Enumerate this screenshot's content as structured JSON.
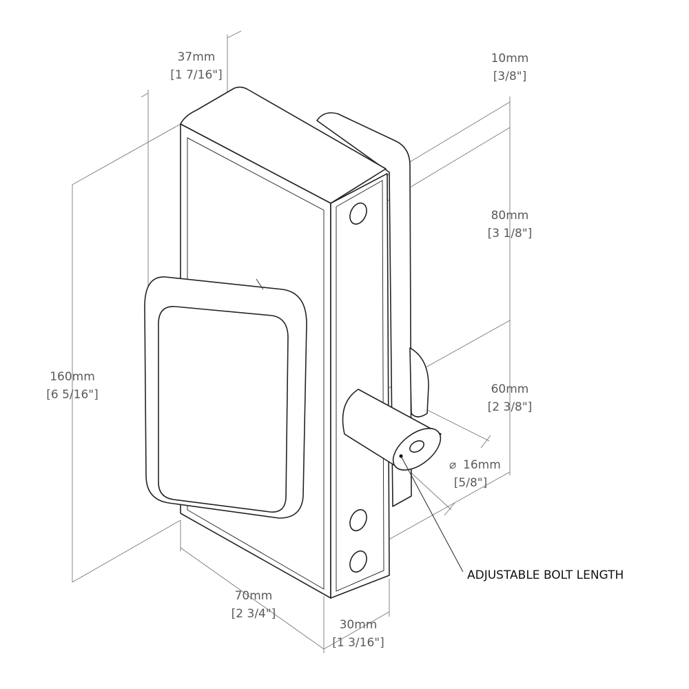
{
  "title": "Gate lock dimension drawing",
  "dimensions": {
    "depth": {
      "mm": "37mm",
      "inch": "[1 7/16\"]"
    },
    "top_hole_offset": {
      "mm": "10mm",
      "inch": "[3/8\"]"
    },
    "hole_to_bolt": {
      "mm": "80mm",
      "inch": "[3 1/8\"]"
    },
    "bolt_to_bottom_hole": {
      "mm": "60mm",
      "inch": "[2 3/8\"]"
    },
    "bolt_diameter": {
      "mm": "16mm",
      "inch": "[5/8\"]",
      "symbol": "⌀"
    },
    "height": {
      "mm": "160mm",
      "inch": "[6 5/16\"]"
    },
    "width": {
      "mm": "70mm",
      "inch": "[2 3/4\"]"
    },
    "faceplate_width": {
      "mm": "30mm",
      "inch": "[1 3/16\"]"
    }
  },
  "annotation": "ADJUSTABLE BOLT LENGTH"
}
